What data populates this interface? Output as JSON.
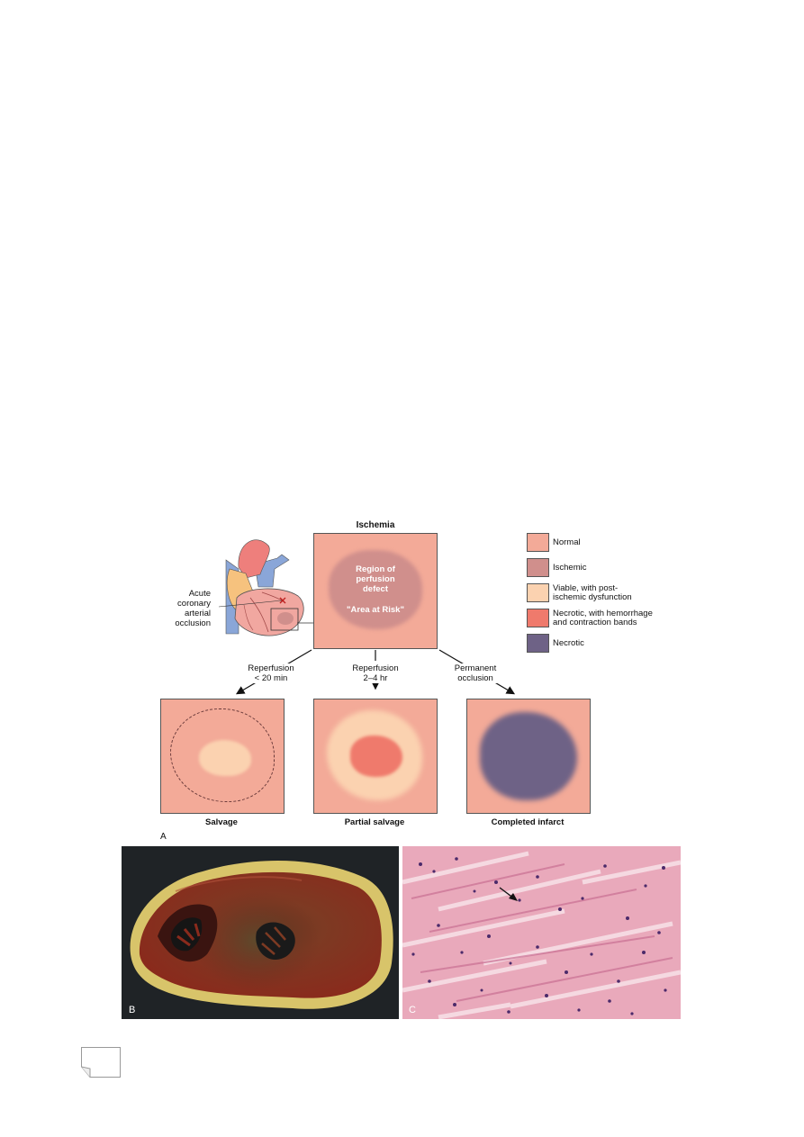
{
  "figure": {
    "panel_a_label": "A",
    "panel_b_label": "B",
    "panel_c_label": "C",
    "ischemia_title": "Ischemia",
    "heart_caption": [
      "Acute",
      "coronary",
      "arterial",
      "occlusion"
    ],
    "center_box": {
      "line1": "Region of",
      "line2": "perfusion",
      "line3": "defect",
      "line4": "\"Area at Risk\""
    },
    "arrows": {
      "left": [
        "Reperfusion",
        "< 20 min"
      ],
      "middle": [
        "Reperfusion",
        "2–4 hr"
      ],
      "right": [
        "Permanent",
        "occlusion"
      ]
    },
    "outcomes": {
      "left": "Salvage",
      "middle": "Partial salvage",
      "right": "Completed infarct"
    },
    "legend": [
      {
        "label": "Normal",
        "color": "#f3aa98"
      },
      {
        "label": "Ischemic",
        "color": "#d08f8c"
      },
      {
        "label": "Viable, with post-\nischemic dysfunction",
        "color": "#fbd2b0"
      },
      {
        "label": "Necrotic, with hemorrhage\nand contraction bands",
        "color": "#ef7a6c"
      },
      {
        "label": "Necrotic",
        "color": "#6e6286"
      }
    ]
  }
}
